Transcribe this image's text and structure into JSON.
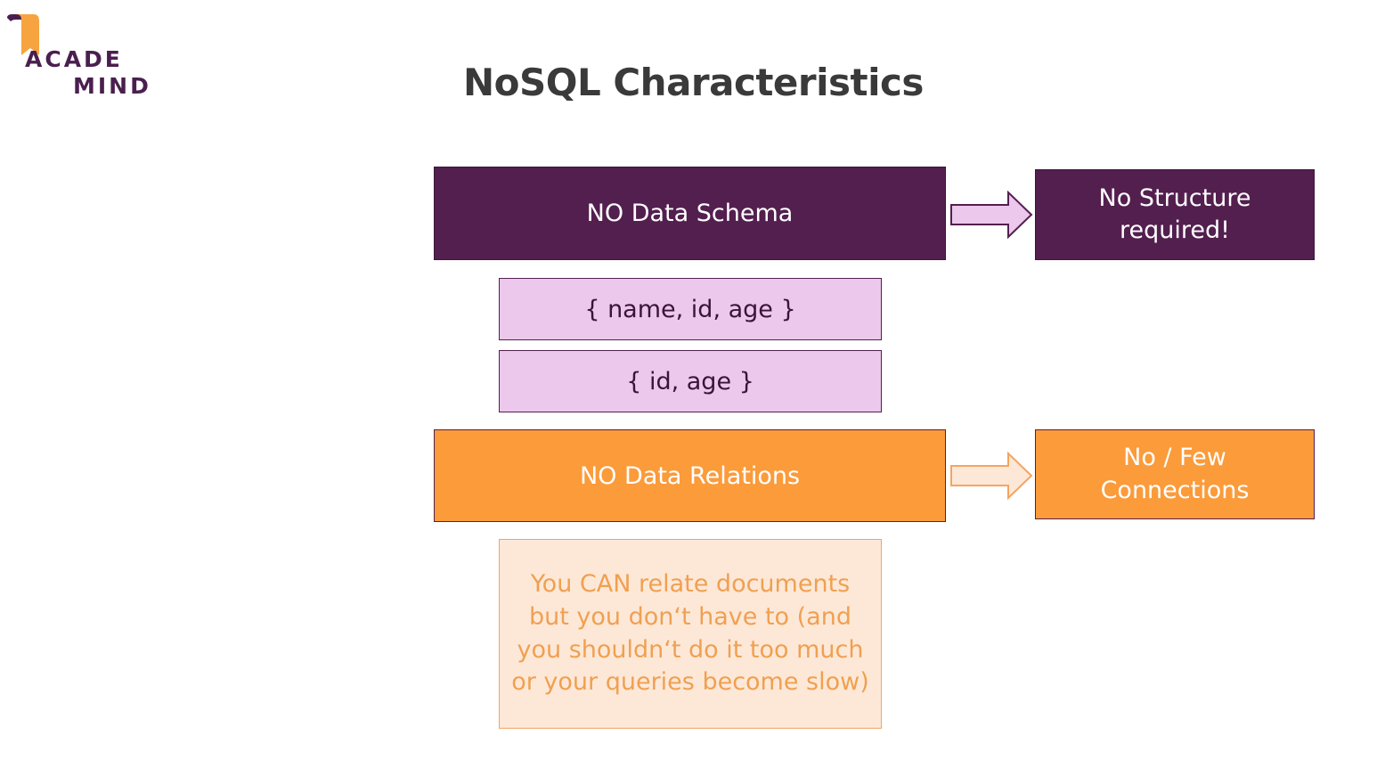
{
  "logo": {
    "line1": "ACADE",
    "line2": "MIND",
    "accent_color": "#f7a440",
    "text_color": "#4a1f4f",
    "icon": "bookmark-scroll-icon"
  },
  "title": "NoSQL Characteristics",
  "colors": {
    "purple": "#531f4f",
    "lilac": "#ecc8ec",
    "orange": "#fb9b3a",
    "peach": "#fde8d8",
    "arrow_lilac_fill": "#ecc8ec",
    "arrow_peach_fill": "#fde8d8"
  },
  "rows": {
    "schema": {
      "label": "NO Data Schema",
      "result": "No Structure required!",
      "examples": [
        "{ name, id, age }",
        "{ id, age }"
      ]
    },
    "relations": {
      "label": "NO Data Relations",
      "result": "No / Few Connections",
      "note": "You CAN relate documents but you don‘t have to (and you shouldn‘t do it too much or your queries become slow)"
    }
  }
}
